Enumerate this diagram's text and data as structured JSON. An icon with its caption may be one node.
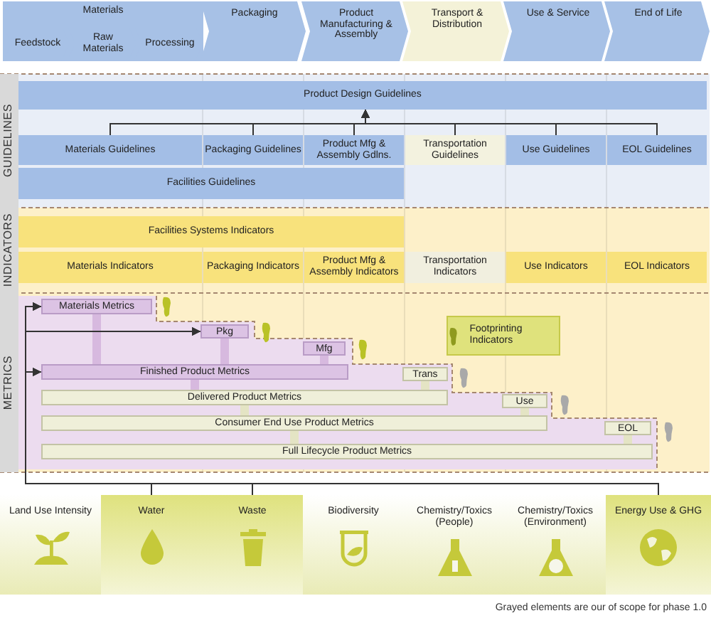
{
  "diagram": {
    "nodes": [
      {
        "text": [
          "Materials"
        ]
      },
      {
        "text": [
          "Feedstock"
        ],
        "in": 0
      },
      {
        "text": [
          "Raw Materials"
        ],
        "in": 0
      },
      {
        "text": [
          "Processing"
        ],
        "in": 0
      },
      {
        "text": [
          "Packaging"
        ]
      },
      {
        "text": [
          "Product Manufacturing & Assembly"
        ]
      },
      {
        "text": [
          "Transport & Distribution"
        ]
      },
      {
        "text": [
          "Use & Service"
        ]
      },
      {
        "text": [
          "End of Life"
        ]
      },
      {
        "text": [
          "GUIDELINES"
        ]
      },
      {
        "text": [
          "Product Design Guidelines"
        ]
      },
      {
        "text": [
          "Materials Guidelines"
        ]
      },
      {
        "text": [
          "Packaging Guidelines"
        ]
      },
      {
        "text": [
          "Product Mfg & Assembly Gdlns."
        ]
      },
      {
        "text": [
          "Transportation Guidelines"
        ]
      },
      {
        "text": [
          "Use Guidelines"
        ]
      },
      {
        "text": [
          "EOL Guidelines"
        ]
      },
      {
        "text": [
          "Facilities Guidelines"
        ]
      },
      {
        "text": [
          "INDICATORS"
        ]
      },
      {
        "text": [
          "Facilities Systems Indicators"
        ]
      },
      {
        "text": [
          "Materials Indicators"
        ]
      },
      {
        "text": [
          "Packaging Indicators"
        ]
      },
      {
        "text": [
          "Product Mfg & Assembly Indicators"
        ]
      },
      {
        "text": [
          "Transportation Indicators"
        ]
      },
      {
        "text": [
          "Use Indicators"
        ]
      },
      {
        "text": [
          "EOL Indicators"
        ]
      },
      {
        "text": [
          "METRICS"
        ]
      },
      {
        "text": [
          "Materials Metrics"
        ]
      },
      {
        "text": [
          "Pkg"
        ]
      },
      {
        "text": [
          "Mfg"
        ]
      },
      {
        "text": [
          "Finished Product Metrics"
        ]
      },
      {
        "text": [
          "Trans"
        ]
      },
      {
        "text": [
          "Delivered Product Metrics"
        ]
      },
      {
        "text": [
          "Use"
        ]
      },
      {
        "text": [
          "Consumer End Use Product Metrics"
        ]
      },
      {
        "text": [
          "EOL"
        ]
      },
      {
        "text": [
          "Full Lifecycle Product Metrics"
        ]
      },
      {
        "text": [
          "Footprinting Indicators"
        ]
      },
      {
        "text": [
          "Land Use Intensity"
        ]
      },
      {
        "text": [
          "Water"
        ]
      },
      {
        "text": [
          "Waste"
        ]
      },
      {
        "text": [
          "Biodiversity"
        ]
      },
      {
        "text": [
          "Chemistry/Toxics (People)"
        ]
      },
      {
        "text": [
          "Chemistry/Toxics (Environment)"
        ]
      },
      {
        "text": [
          "Energy Use & GHG"
        ]
      }
    ],
    "edges": [
      {
        "from": 11,
        "to": 10,
        "arrow": "to"
      },
      {
        "from": 12,
        "to": 10,
        "arrow": "to"
      },
      {
        "from": 13,
        "to": 10,
        "arrow": "to"
      },
      {
        "from": 14,
        "to": 10,
        "arrow": "to"
      },
      {
        "from": 15,
        "to": 10,
        "arrow": "to"
      },
      {
        "from": 16,
        "to": 10,
        "arrow": "to"
      },
      {
        "from": 27,
        "to": 30,
        "arrow": "to",
        "style": "thick",
        "color": "#d7b9df"
      },
      {
        "from": 28,
        "to": 30,
        "arrow": "to",
        "style": "thick",
        "color": "#d7b9df"
      },
      {
        "from": 29,
        "to": 30,
        "arrow": "to",
        "style": "thick",
        "color": "#d7b9df"
      },
      {
        "from": 30,
        "to": 32,
        "arrow": "to",
        "style": "thick",
        "color": "#d7b9df"
      },
      {
        "from": 31,
        "to": 32,
        "arrow": "to",
        "style": "thick",
        "color": "#e4e4c4"
      },
      {
        "from": 32,
        "to": 34,
        "arrow": "to",
        "style": "thick",
        "color": "#e4e4c4"
      },
      {
        "from": 33,
        "to": 34,
        "arrow": "to",
        "style": "thick",
        "color": "#e4e4c4"
      },
      {
        "from": 34,
        "to": 36,
        "arrow": "to",
        "style": "thick",
        "color": "#e4e4c4"
      },
      {
        "from": 35,
        "to": 36,
        "arrow": "to",
        "style": "thick",
        "color": "#e4e4c4"
      },
      {
        "from": 39,
        "to": 27,
        "arrow": "to"
      },
      {
        "from": 39,
        "to": 28,
        "arrow": "to"
      },
      {
        "from": 39,
        "to": 30,
        "arrow": "to"
      },
      {
        "from": 40,
        "to": 27,
        "arrow": "to"
      },
      {
        "from": 40,
        "to": 28,
        "arrow": "to"
      },
      {
        "from": 40,
        "to": 30,
        "arrow": "to"
      },
      {
        "from": 44,
        "to": 27,
        "arrow": "to"
      },
      {
        "from": 44,
        "to": 28,
        "arrow": "to"
      },
      {
        "from": 44,
        "to": 30,
        "arrow": "to"
      }
    ],
    "labels": [
      "Grayed elements are our of scope for phase 1.0"
    ]
  }
}
